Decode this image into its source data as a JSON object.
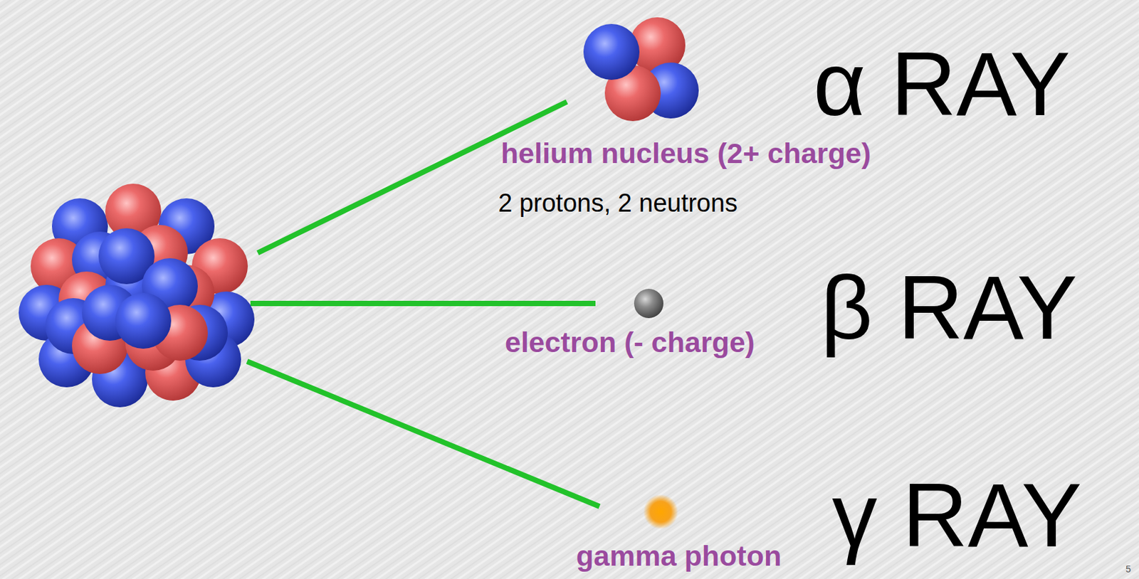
{
  "diagram": {
    "labels": [
      "α RAY",
      "helium nucleus (2+ charge)",
      "2 protons, 2 neutrons",
      "β RAY",
      "electron (- charge)",
      "γ RAY",
      "gamma photon",
      "5"
    ]
  }
}
